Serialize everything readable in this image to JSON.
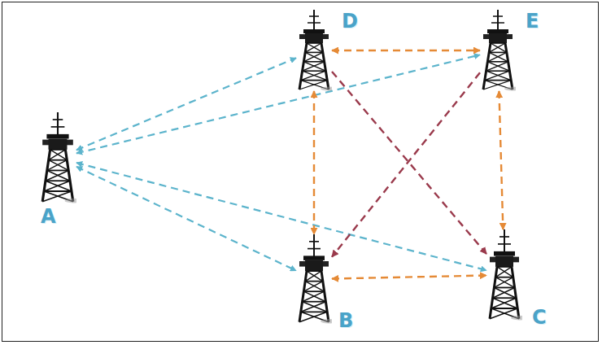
{
  "diagram": {
    "nodes": [
      {
        "text": [
          "A"
        ]
      },
      {
        "text": [
          "D"
        ]
      },
      {
        "text": [
          "E"
        ]
      },
      {
        "text": [
          "B"
        ]
      },
      {
        "text": [
          "C"
        ]
      }
    ],
    "edges": [
      {
        "from": 0,
        "to": 1,
        "arrow": "both"
      },
      {
        "from": 0,
        "to": 2,
        "arrow": "both"
      },
      {
        "from": 0,
        "to": 3,
        "arrow": "both"
      },
      {
        "from": 0,
        "to": 4,
        "arrow": "both"
      },
      {
        "from": 1,
        "to": 2,
        "arrow": "both"
      },
      {
        "from": 1,
        "to": 3,
        "arrow": "both"
      },
      {
        "from": 2,
        "to": 4,
        "arrow": "both"
      },
      {
        "from": 3,
        "to": 4,
        "arrow": "both"
      },
      {
        "from": 1,
        "to": 4,
        "arrow": "to"
      },
      {
        "from": 2,
        "to": 3,
        "arrow": "to"
      }
    ]
  }
}
